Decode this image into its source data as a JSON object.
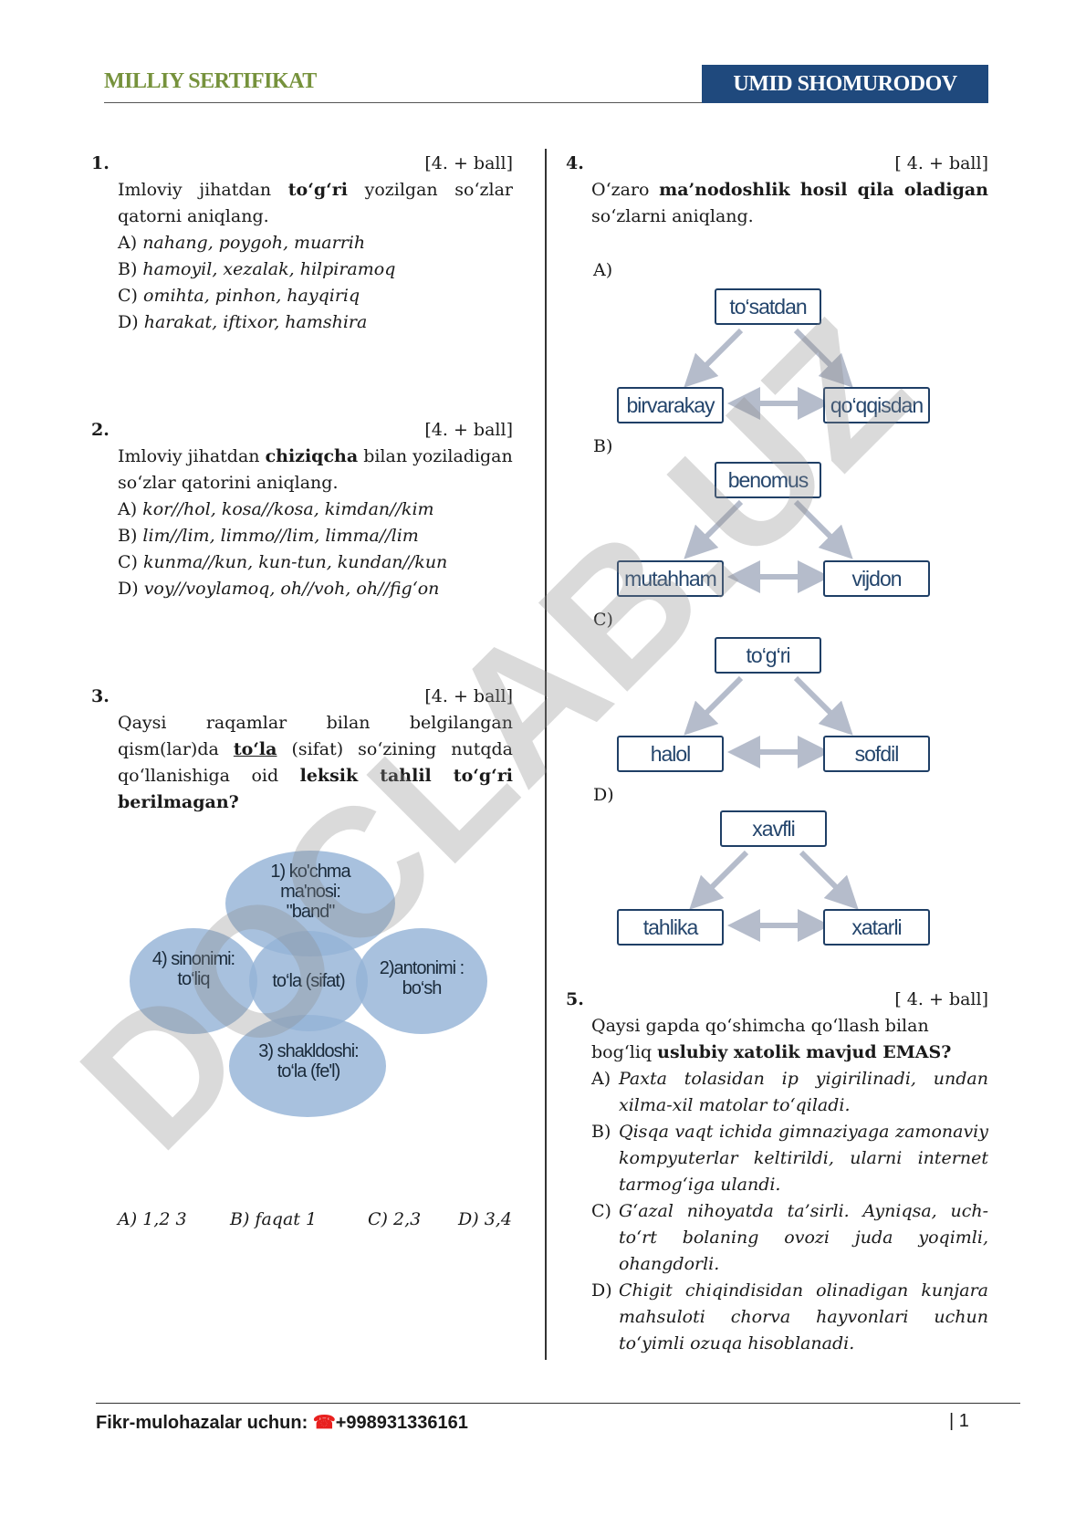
{
  "header": {
    "left": "MILLIY SERTIFIKAT",
    "right": "UMID SHOMURODOV"
  },
  "watermark": "DOCLAB.UZ",
  "q1": {
    "num": "1.",
    "ball": "[4. + ball]",
    "text_pre": "Imloviy jihatdan ",
    "text_bold": "to‘g‘ri",
    "text_post": " yozilgan so‘zlar qatorni aniqlang.",
    "options": [
      {
        "letter": "A)",
        "text": "nahang, poygoh, muarrih"
      },
      {
        "letter": "B)",
        "text": "hamoyil, xezalak, hilpiramoq"
      },
      {
        "letter": "C)",
        "text": "omihta, pinhon, hayqiriq"
      },
      {
        "letter": "D)",
        "text": "harakat, iftixor, hamshira"
      }
    ]
  },
  "q2": {
    "num": "2.",
    "ball": "[4. + ball]",
    "text_pre": "Imloviy jihatdan ",
    "text_bold": "chiziqcha",
    "text_post": " bilan yoziladigan so‘zlar qatorini aniqlang.",
    "options": [
      {
        "letter": "A)",
        "text": "kor//hol, kosa//kosa, kimdan//kim"
      },
      {
        "letter": "B)",
        "text": "lim//lim, limmo//lim, limma//lim"
      },
      {
        "letter": "C)",
        "text": "kunma//kun, kun-tun, kundan//kun"
      },
      {
        "letter": "D)",
        "text": "voy//voylamoq, oh//voh, oh//fig‘on"
      }
    ]
  },
  "q3": {
    "num": "3.",
    "ball": "[4.  +  ball]",
    "t1": "Qaysi raqamlar bilan belgilangan qism(lar)da ",
    "t_under": "to‘la",
    "t2": " (sifat) so‘zining nutqda qo‘llanishiga oid ",
    "t_bold": "leksik tahlil to‘g‘ri berilmagan?",
    "venn": {
      "center": "to‘la (sifat)",
      "top": "1) ko'chma ma'nosi: \"band\"",
      "right": "2)antonimi : bo‘sh",
      "bottom": "3) shakldoshi: to‘la (fe'l)",
      "left": "4) sinonimi: to‘liq"
    },
    "answers": [
      {
        "letter": "A)",
        "text": "1,2 3"
      },
      {
        "letter": "B)",
        "text": "faqat 1"
      },
      {
        "letter": "C)",
        "text": "2,3"
      },
      {
        "letter": "D)",
        "text": "3,4"
      }
    ]
  },
  "q4": {
    "num": "4.",
    "ball": "[ 4. + ball]",
    "text_pre": "O‘zaro ",
    "text_bold": "ma’nodoshlik hosil qila oladigan",
    "text_post": " so‘zlarni aniqlang.",
    "groups": [
      {
        "letter": "A)",
        "top": "to‘satdan",
        "left": "birvarakay",
        "right": "qo‘qqisdan"
      },
      {
        "letter": "B)",
        "top": "benomus",
        "left": "mutahham",
        "right": "vijdon"
      },
      {
        "letter": "C)",
        "top": "to‘g‘ri",
        "left": "halol",
        "right": "sofdil"
      },
      {
        "letter": "D)",
        "top": "xavfli",
        "left": "tahlika",
        "right": "xatarli"
      }
    ]
  },
  "q5": {
    "num": "5.",
    "ball": "[  4.  +  ball]",
    "text_pre": "Qaysi gapda qo‘shimcha qo‘llash bilan bog‘liq ",
    "text_bold": "uslubiy xatolik mavjud EMAS?",
    "options": [
      {
        "letter": "A)",
        "text": "Paxta tolasidan ip yigirilinadi, undan xilma-xil matolar to‘qiladi."
      },
      {
        "letter": "B)",
        "text": "Qisqa vaqt ichida gimnaziyaga zamonaviy kompyuterlar keltirildi, ularni internet tarmog‘iga ulandi."
      },
      {
        "letter": "C)",
        "text": "G‘azal nihoyatda ta’sirli. Ayniqsa, uch-to‘rt bolaning ovozi juda yoqimli, ohangdorli."
      },
      {
        "letter": "D)",
        "text": "Chigit chiqindisidan olinadigan kunjara mahsuloti chorva hayvonlari uchun to‘yimli ozuqa hisoblanadi."
      }
    ]
  },
  "footer": {
    "label": "Fikr-mulohazalar uchun: ",
    "phone_icon": "phone-icon",
    "phone": "+998931336161",
    "page": "| 1"
  },
  "colors": {
    "header_green": "#76923c",
    "header_blue": "#1f497d",
    "venn_fill": "#95b3d7",
    "box_border": "#1f3f66",
    "phone_red": "#e8201e"
  }
}
